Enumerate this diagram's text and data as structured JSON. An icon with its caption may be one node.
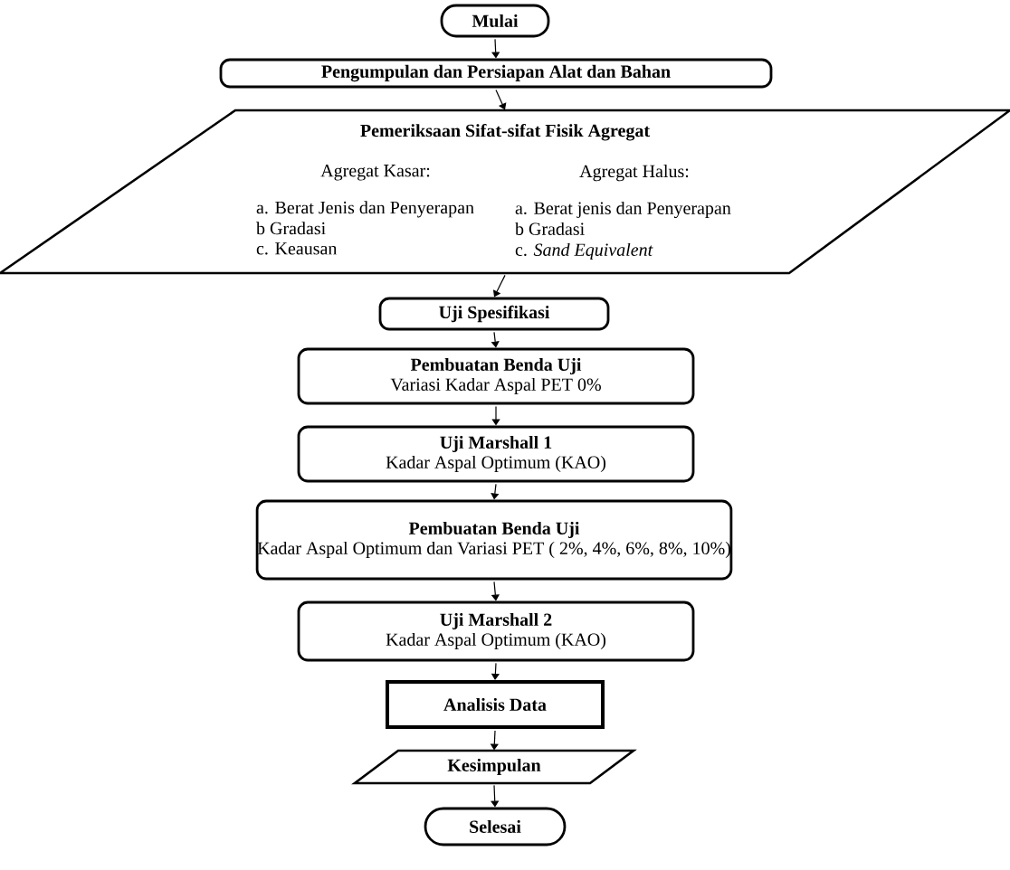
{
  "diagram": {
    "nodes": [
      {
        "text": [
          "Mulai"
        ]
      },
      {
        "text": [
          "Pengumpulan dan Persiapan Alat dan Bahan"
        ]
      },
      {
        "text": [
          "Pemeriksaan Sifat-sifat Fisik Agregat",
          "Agregat Kasar:",
          "a. Berat Jenis dan Penyerapan",
          "b Gradasi",
          "c. Keausan",
          "Agregat Halus:",
          "a. Berat jenis dan Penyerapan",
          "b Gradasi",
          "c. *Sand Equivalent*"
        ]
      },
      {
        "text": [
          "Uji Spesifikasi"
        ]
      },
      {
        "text": [
          "Pembuatan Benda Uji",
          "Variasi Kadar Aspal PET 0%"
        ]
      },
      {
        "text": [
          "Uji Marshall 1",
          "Kadar Aspal Optimum (KAO)"
        ]
      },
      {
        "text": [
          "Pembuatan Benda Uji",
          "Kadar Aspal Optimum dan Variasi PET ( 2%, 4%, 6%, 8%, 10%)"
        ]
      },
      {
        "text": [
          "Uji Marshall 2",
          "Kadar Aspal Optimum (KAO)"
        ]
      },
      {
        "text": [
          "Analisis Data"
        ]
      },
      {
        "text": [
          "Kesimpulan"
        ]
      },
      {
        "text": [
          "Selesai"
        ]
      }
    ],
    "edges": [
      {
        "from": 0,
        "to": 1,
        "arrow": "to"
      },
      {
        "from": 1,
        "to": 2,
        "arrow": "to"
      },
      {
        "from": 2,
        "to": 3,
        "arrow": "to"
      },
      {
        "from": 3,
        "to": 4,
        "arrow": "to"
      },
      {
        "from": 4,
        "to": 5,
        "arrow": "to"
      },
      {
        "from": 5,
        "to": 6,
        "arrow": "to"
      },
      {
        "from": 6,
        "to": 7,
        "arrow": "to"
      },
      {
        "from": 7,
        "to": 8,
        "arrow": "to"
      },
      {
        "from": 8,
        "to": 9,
        "arrow": "to"
      },
      {
        "from": 9,
        "to": 10,
        "arrow": "to"
      }
    ]
  }
}
